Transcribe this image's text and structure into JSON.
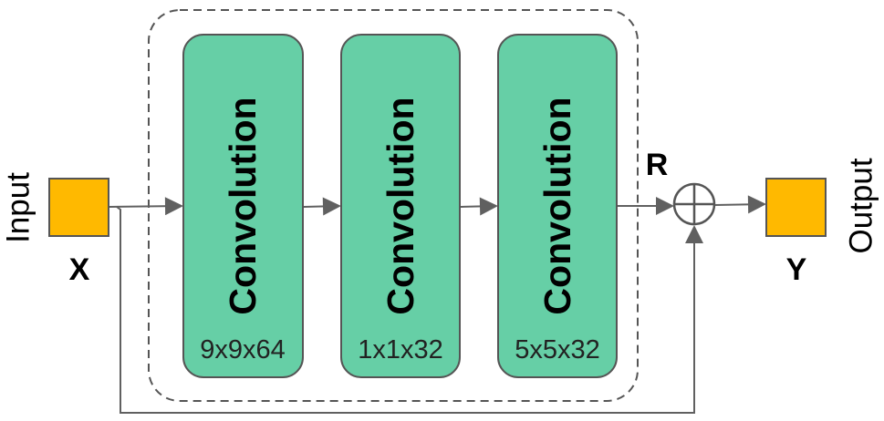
{
  "blocks": [
    {
      "label": "Convolution",
      "size": "9x9x64"
    },
    {
      "label": "Convolution",
      "size": "1x1x32"
    },
    {
      "label": "Convolution",
      "size": "5x5x32"
    }
  ],
  "input": {
    "caption": "Input",
    "symbol": "X"
  },
  "output": {
    "caption": "Output",
    "symbol": "Y"
  },
  "residual": {
    "symbol": "R"
  },
  "colors": {
    "block_fill": "#66CFA6",
    "block_stroke": "#555555",
    "io_fill": "#FFB900",
    "line": "#606060"
  },
  "icons": {
    "sum": "circled-plus-icon"
  }
}
